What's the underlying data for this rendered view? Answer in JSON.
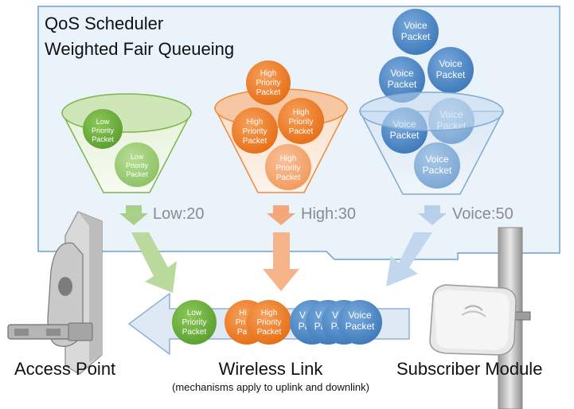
{
  "header": {
    "title_line1": "QoS Scheduler",
    "title_line2": "Weighted Fair Queueing"
  },
  "weights": {
    "low": "Low:20",
    "high": "High:30",
    "voice": "Voice:50"
  },
  "packets": {
    "low_line1": "Low",
    "low_line2": "Priority",
    "low_line3": "Packet",
    "high_line1": "High",
    "high_line2": "Priority",
    "high_line3": "Packet",
    "voice_line1": "Voice",
    "voice_line2": "Packet"
  },
  "partial_labels": {
    "high_a": "Hi",
    "high_b": "Pri",
    "high_c": "Pa",
    "voice_a": "V",
    "voice_b": "Pa"
  },
  "labels": {
    "access_point": "Access Point",
    "wireless_link": "Wireless Link",
    "wireless_note": "(mechanisms apply to uplink and downlink)",
    "subscriber_module": "Subscriber Module"
  },
  "colors": {
    "low": "#6fb23f",
    "low_light": "#9ccb6b",
    "high": "#ef7d22",
    "high_light": "#f3a06a",
    "voice": "#4a86c4",
    "voice_light": "#7fa9d6",
    "panel": "#eaf2fa",
    "panel_border": "#6f9fd0"
  }
}
